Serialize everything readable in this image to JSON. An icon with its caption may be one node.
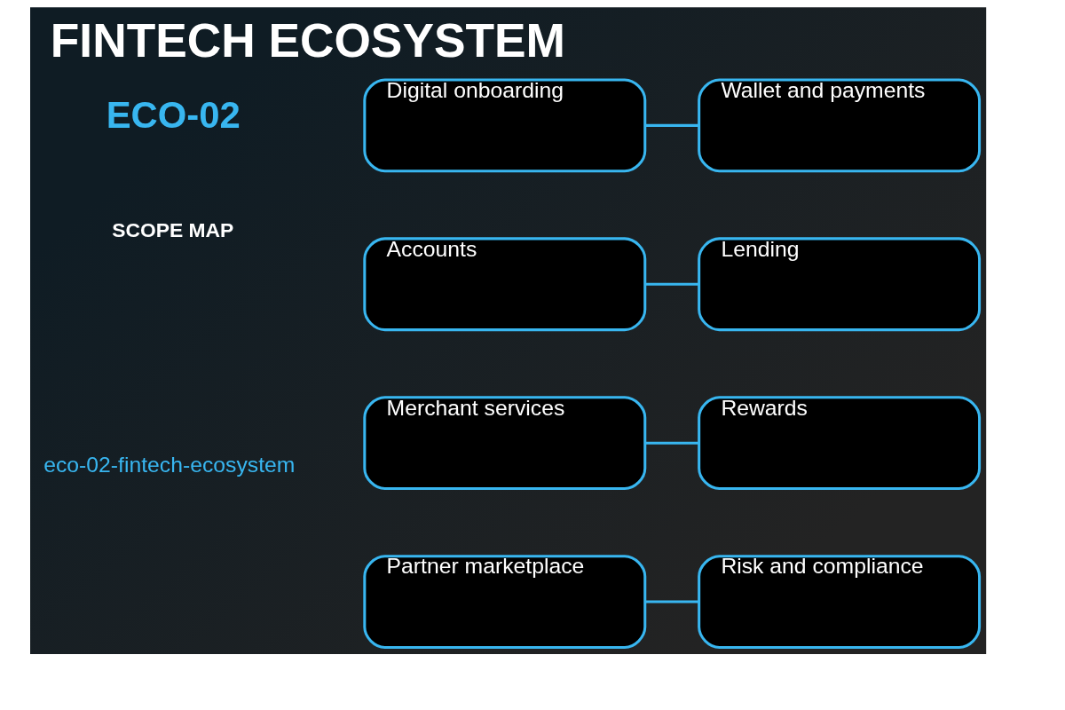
{
  "diagram": {
    "title": "FINTECH ECOSYSTEM",
    "nodes": [
      {
        "text": [
          "Digital onboarding"
        ]
      },
      {
        "text": [
          "Wallet and payments"
        ]
      },
      {
        "text": [
          "Accounts"
        ]
      },
      {
        "text": [
          "Lending"
        ]
      },
      {
        "text": [
          "Merchant services"
        ]
      },
      {
        "text": [
          "Rewards"
        ]
      },
      {
        "text": [
          "Partner marketplace"
        ]
      },
      {
        "text": [
          "Risk and compliance"
        ]
      }
    ],
    "edges": [
      {
        "from": 0,
        "to": 1,
        "arrow": "none"
      },
      {
        "from": 2,
        "to": 3,
        "arrow": "none"
      },
      {
        "from": 4,
        "to": 5,
        "arrow": "none"
      },
      {
        "from": 6,
        "to": 7,
        "arrow": "none"
      }
    ],
    "labels": [
      "ECO-02",
      "SCOPE MAP",
      "eco-02-fintech-ecosystem"
    ]
  }
}
